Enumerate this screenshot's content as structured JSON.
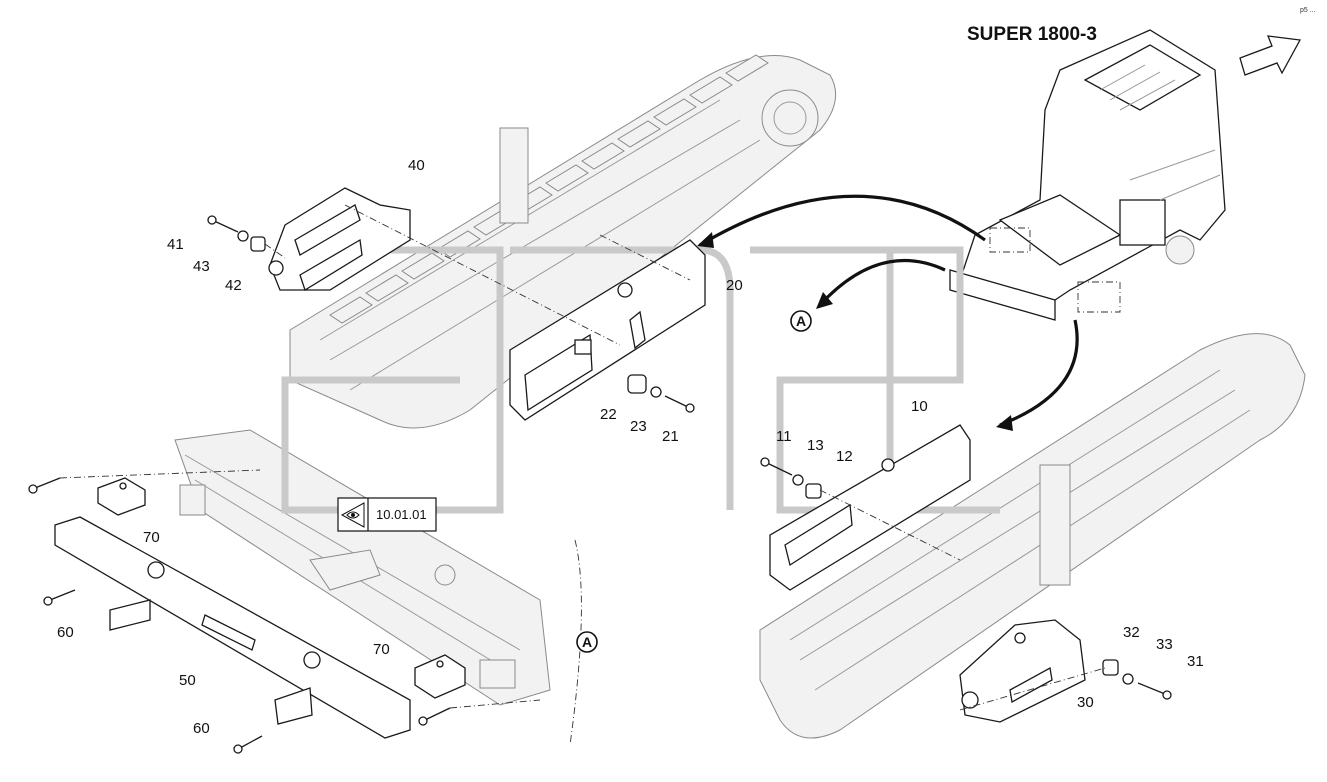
{
  "title": "SUPER 1800-3",
  "corner_mark": "p5 ...",
  "view_ref": "10.01.01",
  "detail_marker": "A",
  "callouts": {
    "p10": "10",
    "p11": "11",
    "p12": "12",
    "p13": "13",
    "p20": "20",
    "p21": "21",
    "p22": "22",
    "p23": "23",
    "p30": "30",
    "p31": "31",
    "p32": "32",
    "p33": "33",
    "p40": "40",
    "p41": "41",
    "p42": "42",
    "p43": "43",
    "p50": "50",
    "p60a": "60",
    "p60b": "60",
    "p70a": "70",
    "p70b": "70"
  },
  "colors": {
    "line": "#1a1a1a",
    "ghost": "#8a8a8a",
    "watermark": "#c9c9c9"
  }
}
